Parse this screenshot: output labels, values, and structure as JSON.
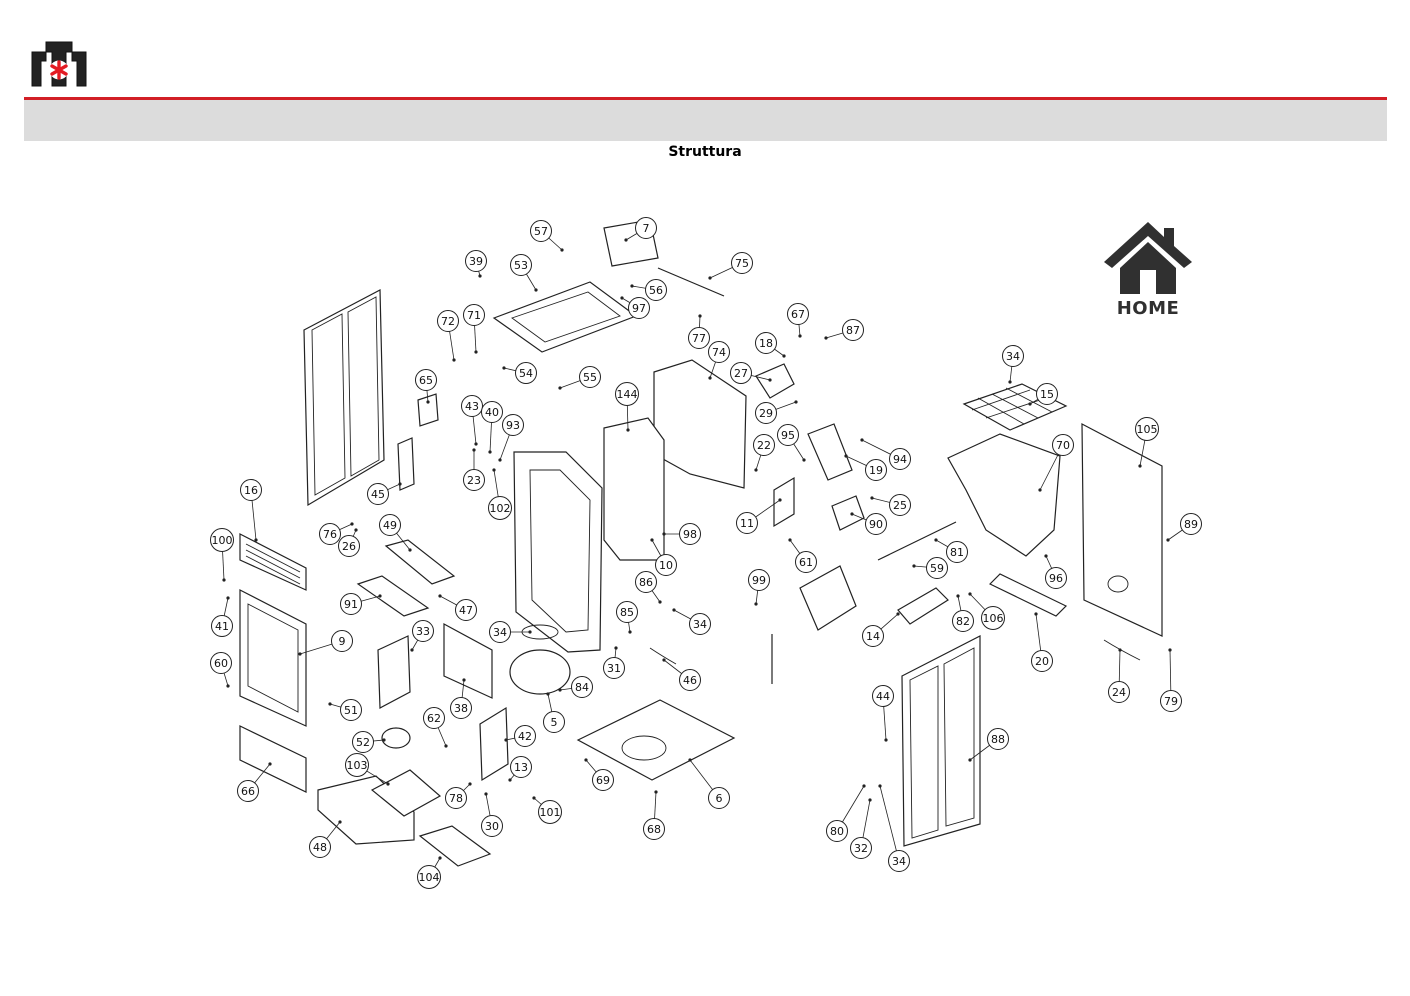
{
  "header": {
    "title": "Struttura",
    "accent_color": "#d21f26",
    "band_color": "#dcdcdc"
  },
  "logo": {
    "icon": "brand-logo-icon",
    "star_color": "#e31b23"
  },
  "home_button": {
    "label": "HOME",
    "icon": "house-icon"
  },
  "diagram": {
    "callouts": [
      "7",
      "57",
      "75",
      "39",
      "53",
      "56",
      "97",
      "77",
      "74",
      "67",
      "87",
      "18",
      "27",
      "34",
      "29",
      "72",
      "71",
      "54",
      "55",
      "65",
      "43",
      "40",
      "93",
      "144",
      "23",
      "102",
      "45",
      "22",
      "95",
      "19",
      "94",
      "25",
      "90",
      "11",
      "61",
      "10",
      "98",
      "81",
      "59",
      "16",
      "76",
      "26",
      "49",
      "91",
      "100",
      "47",
      "41",
      "34",
      "86",
      "99",
      "33",
      "9",
      "34",
      "85",
      "31",
      "46",
      "14",
      "60",
      "38",
      "84",
      "5",
      "51",
      "62",
      "52",
      "42",
      "13",
      "103",
      "78",
      "30",
      "101",
      "69",
      "6",
      "66",
      "48",
      "104",
      "68",
      "15",
      "70",
      "105",
      "89",
      "96",
      "106",
      "82",
      "20",
      "24",
      "79",
      "44",
      "88",
      "80",
      "32",
      "34"
    ]
  }
}
